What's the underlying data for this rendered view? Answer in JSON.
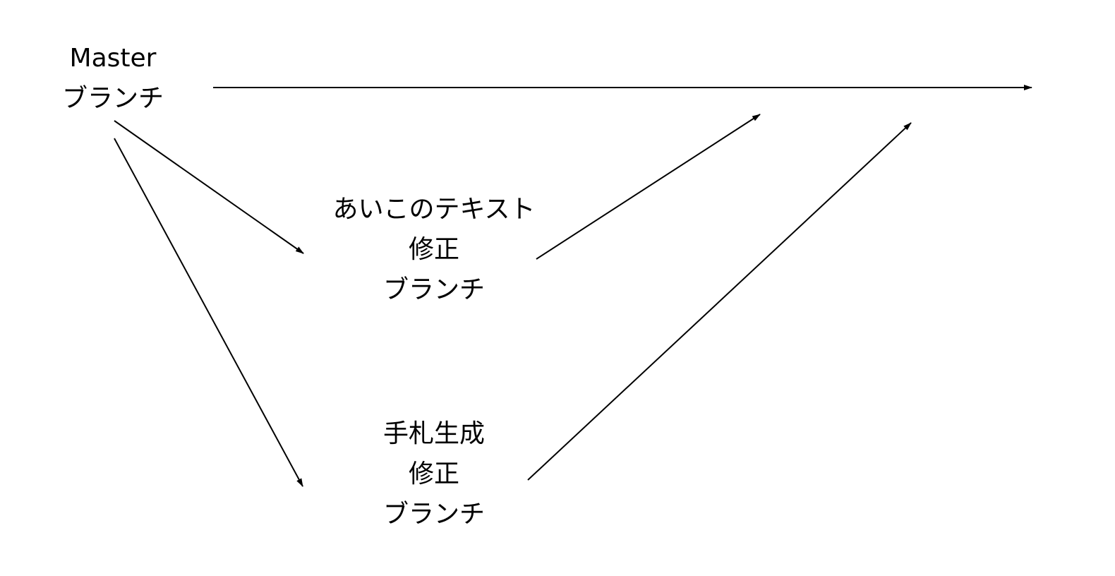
{
  "nodes": {
    "master": {
      "lines": [
        "Master",
        "ブランチ"
      ]
    },
    "aiko_fix": {
      "lines": [
        "あいこのテキスト",
        "修正",
        "ブランチ"
      ]
    },
    "tefuda_fix": {
      "lines": [
        "手札生成",
        "修正",
        "ブランチ"
      ]
    }
  },
  "edges": [
    {
      "from": "master",
      "to": "master-timeline"
    },
    {
      "from": "master",
      "to": "aiko_fix"
    },
    {
      "from": "master",
      "to": "tefuda_fix"
    },
    {
      "from": "aiko_fix",
      "to": "master"
    },
    {
      "from": "tefuda_fix",
      "to": "master"
    }
  ],
  "colors": {
    "line": "#000000",
    "background": "#ffffff"
  }
}
